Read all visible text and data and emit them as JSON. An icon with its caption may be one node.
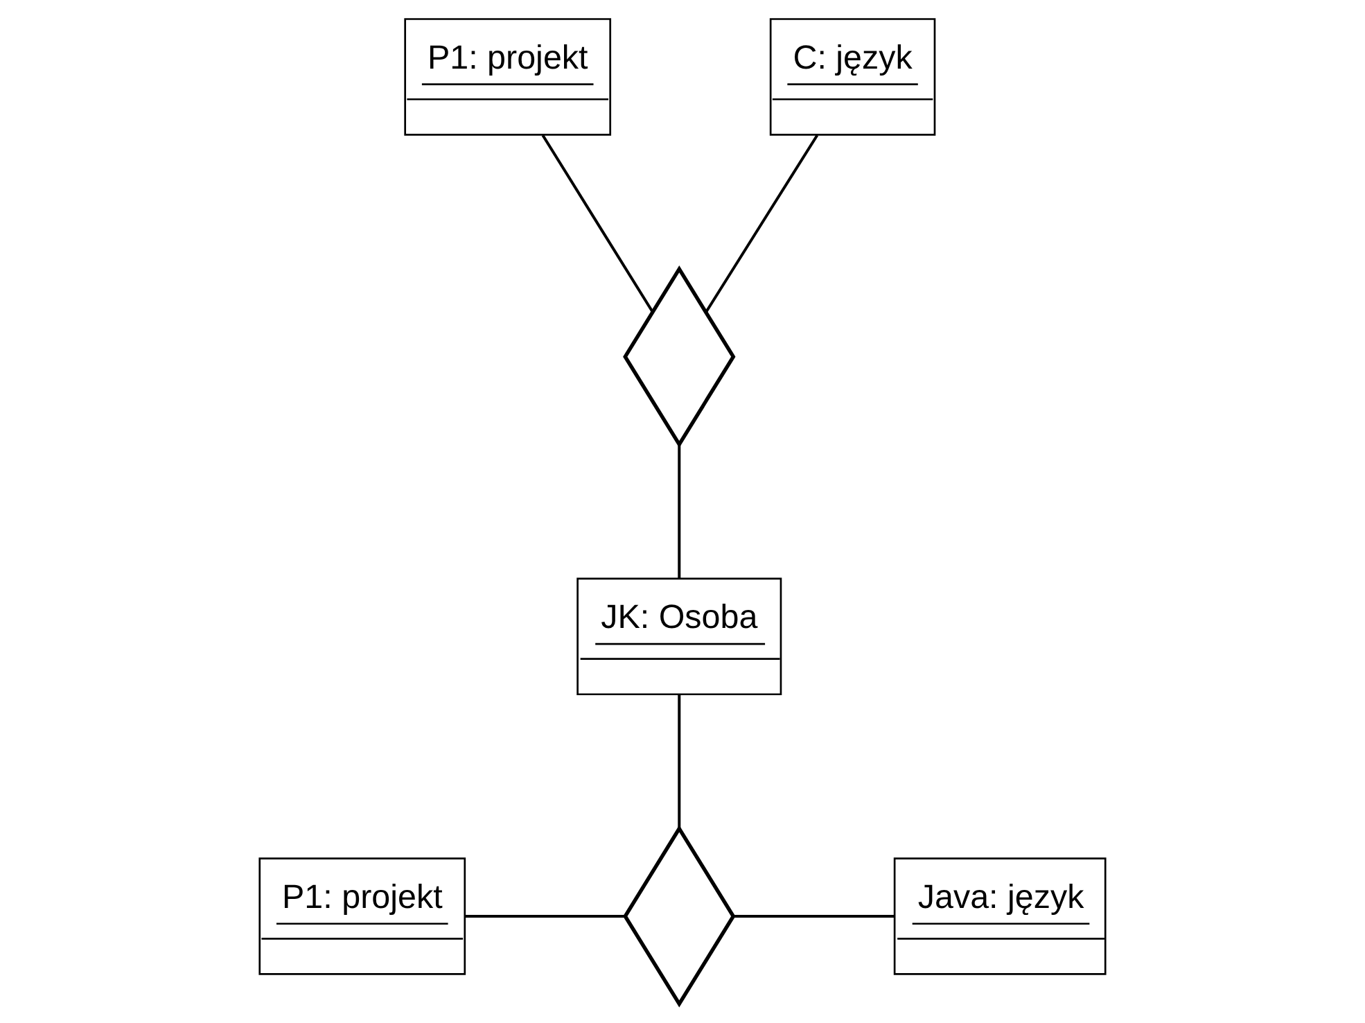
{
  "diagram": {
    "nodes": [
      {
        "text": [
          "P1: projekt"
        ]
      },
      {
        "text": [
          "C: język"
        ]
      },
      {
        "text": [],
        "shape": "diamond"
      },
      {
        "text": [
          "JK: Osoba"
        ]
      },
      {
        "text": [
          "P1: projekt"
        ]
      },
      {
        "text": [],
        "shape": "diamond"
      },
      {
        "text": [
          "Java: język"
        ]
      }
    ],
    "edges": [
      {
        "from": 0,
        "to": 2,
        "arrow": "none"
      },
      {
        "from": 1,
        "to": 2,
        "arrow": "none"
      },
      {
        "from": 2,
        "to": 3,
        "arrow": "none"
      },
      {
        "from": 3,
        "to": 5,
        "arrow": "none"
      },
      {
        "from": 4,
        "to": 5,
        "arrow": "none"
      },
      {
        "from": 5,
        "to": 6,
        "arrow": "none"
      }
    ]
  }
}
